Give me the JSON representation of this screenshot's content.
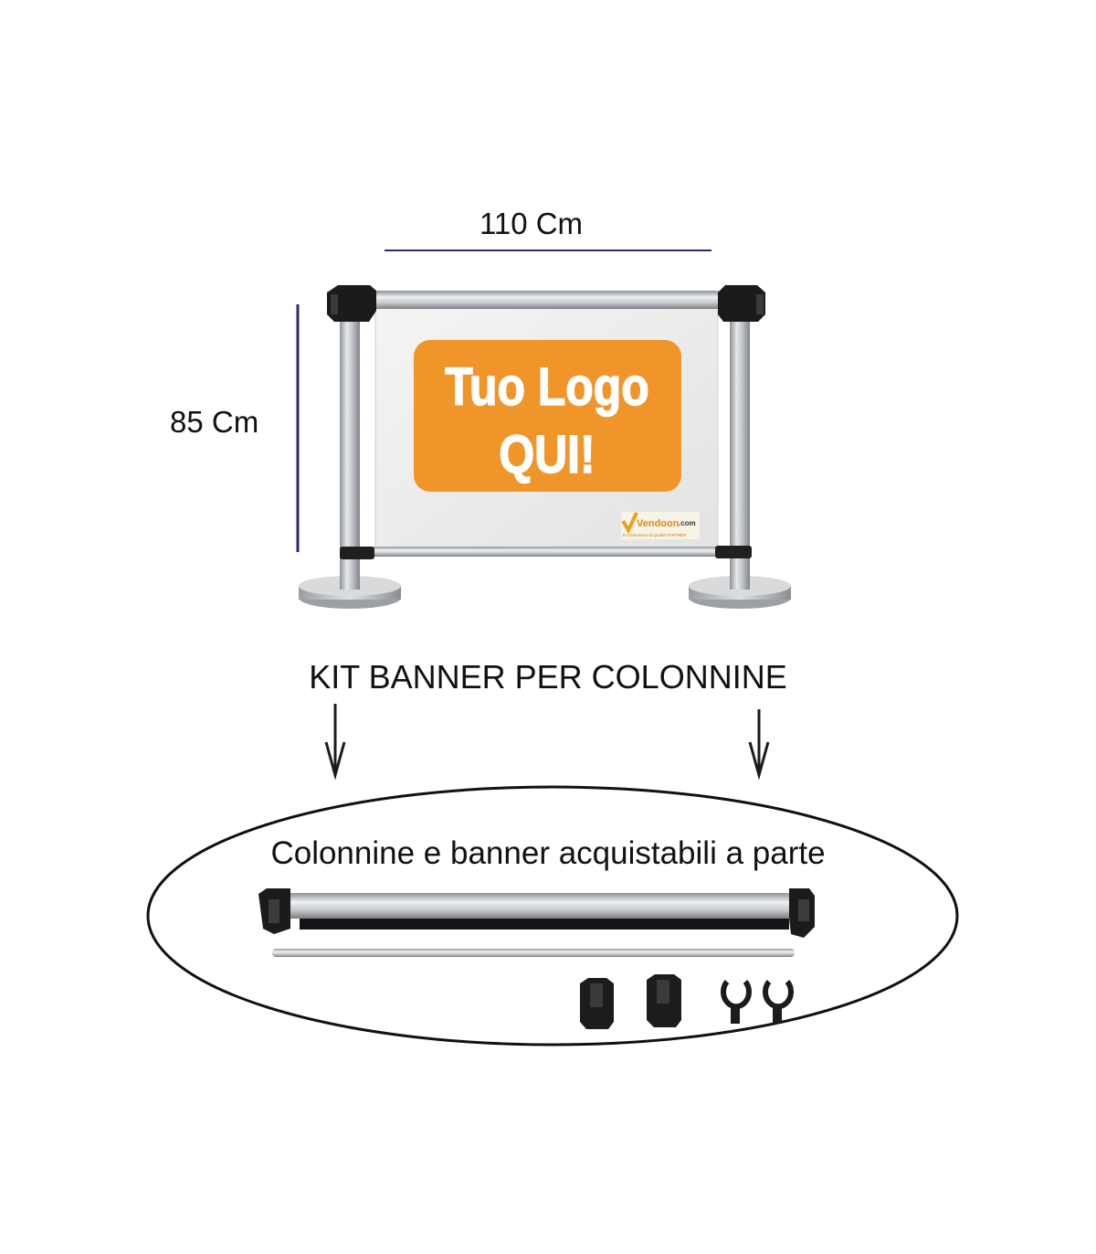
{
  "dimensions": {
    "width_label": "110 Cm",
    "height_label": "85 Cm"
  },
  "banner": {
    "logo_line1": "Tuo Logo",
    "logo_line2": "QUI!",
    "logo_color": "#F0952A",
    "watermark_brand": "Vendoon",
    "watermark_suffix": ".com",
    "watermark_tagline": "E-Commerce di qualità PARTNER"
  },
  "kit": {
    "title": "KIT BANNER PER COLONNINE",
    "note": "Colonnine e banner acquistabili a parte"
  },
  "colors": {
    "dimension_line": "#2b2b6e",
    "steel": "#b8bcbf",
    "black_part": "#1b1b1b"
  }
}
